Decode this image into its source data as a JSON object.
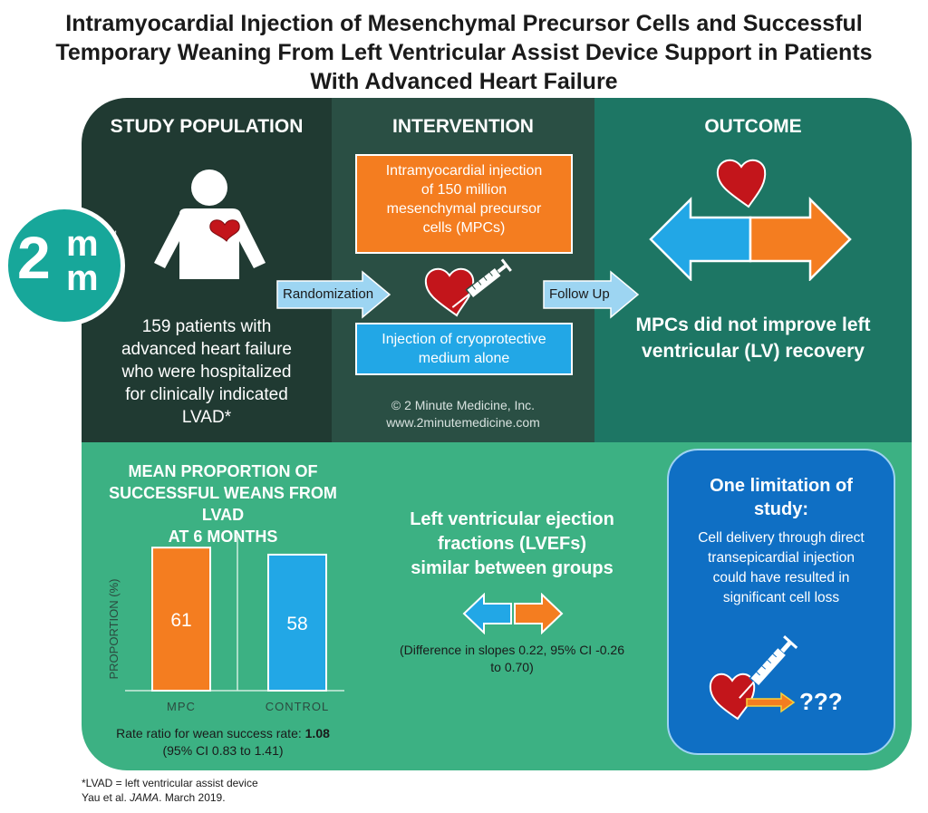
{
  "title": [
    "Intramyocardial Injection of Mesenchymal Precursor Cells and Successful",
    "Temporary Weaning From Left Ventricular Assist Device Support in Patients",
    "With Advanced Heart Failure"
  ],
  "logo": {
    "text": "2m m",
    "icon": "2-minute-medicine-logo",
    "color": "#17a79a"
  },
  "study_population": {
    "header": "STUDY POPULATION",
    "icon": "patient-with-heart-icon",
    "text": [
      "159 patients with",
      "advanced heart failure",
      "who were hospitalized",
      "for clinically indicated",
      "LVAD*"
    ]
  },
  "randomization_label": "Randomization",
  "intervention": {
    "header": "INTERVENTION",
    "mpc_box": [
      "Intramyocardial injection",
      "of 150 million",
      "mesenchymal precursor",
      "cells (MPCs)"
    ],
    "control_box": [
      "Injection of cryoprotective",
      "medium alone"
    ],
    "icon": "heart-syringe-icon",
    "copyright": [
      "© 2 Minute Medicine, Inc.",
      "www.2minutemedicine.com"
    ]
  },
  "follow_up_label": "Follow Up",
  "outcome": {
    "header": "OUTCOME",
    "icon": "heart-double-arrow-icon",
    "text": [
      "MPCs did not improve left",
      "ventricular (LV) recovery"
    ]
  },
  "weans": {
    "header": [
      "MEAN PROPORTION OF",
      "SUCCESSFUL WEANS FROM LVAD",
      "AT 6 MONTHS"
    ],
    "rate_prefix": "Rate ratio for wean success rate: ",
    "rate_value": "1.08",
    "ci": "(95% CI 0.83 to 1.41)"
  },
  "chart_data": {
    "type": "bar",
    "categories": [
      "MPC",
      "CONTROL"
    ],
    "values": [
      61,
      58
    ],
    "colors": [
      "#f47d20",
      "#22a7e6"
    ],
    "ylabel": "PROPORTION (%)",
    "ylim": [
      0,
      100
    ]
  },
  "lvef": {
    "text": [
      "Left ventricular ejection",
      "fractions (LVEFs)",
      "similar between groups"
    ],
    "icon": "double-arrow-icon",
    "diff": [
      "(Difference in slopes 0.22, 95% CI -0.26",
      "to 0.70)"
    ]
  },
  "limitation": {
    "header": [
      "One limitation of",
      "study:"
    ],
    "text": [
      "Cell delivery through direct",
      "transepicardial injection",
      "could have resulted in",
      "significant cell loss"
    ],
    "icon": "heart-syringe-loss-icon",
    "question": "???"
  },
  "footnote": {
    "line1": "*LVAD = left ventricular assist device",
    "line2_pre": "Yau et al. ",
    "journal": "JAMA",
    "line2_post": ". March 2019."
  },
  "colors": {
    "dark_panel": "#203a32",
    "mid_panel": "#2a4f44",
    "outcome_panel": "#1d7664",
    "bottom_panel": "#3cb183",
    "orange": "#f47d20",
    "blue": "#22a7e6",
    "limitation_blue": "#0f6fc4",
    "heart_red": "#c3151b"
  }
}
